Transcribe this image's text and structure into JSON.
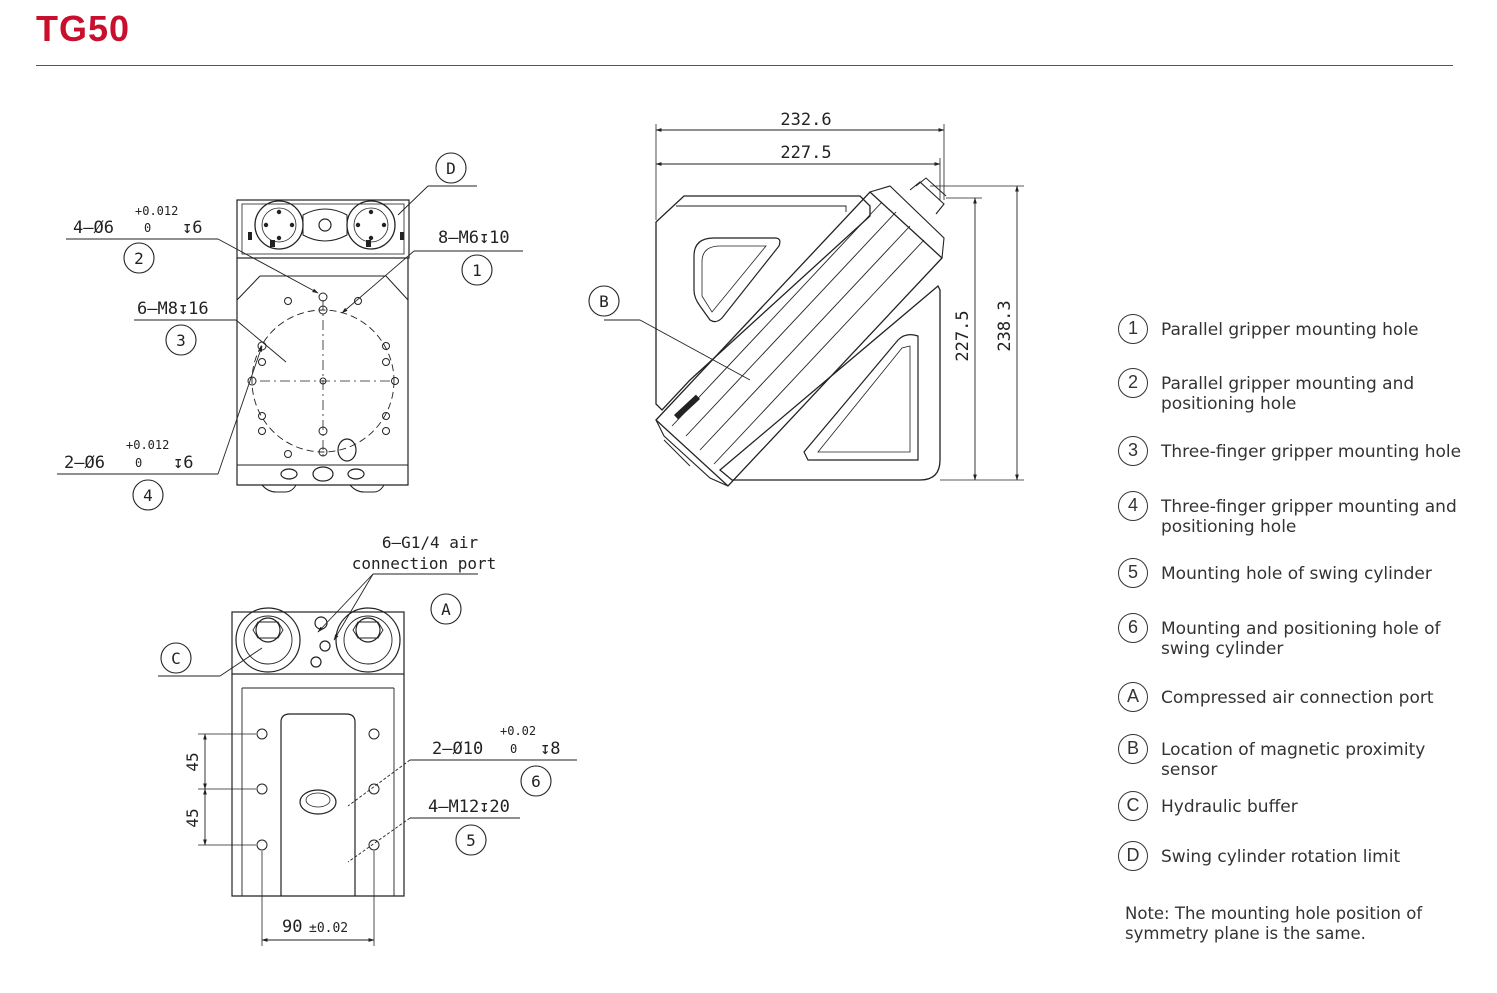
{
  "header": {
    "title": "TG50"
  },
  "dims": {
    "front": {
      "d2_main": "4–Ø6",
      "d2_upper": "+0.012",
      "d2_lower": "0",
      "d2_depth": "↧6",
      "d1": "8–M6↧10",
      "d3": "6–M8↧16",
      "d4_main": "2–Ø6",
      "d4_upper": "+0.012",
      "d4_lower": "0",
      "d4_depth": "↧6"
    },
    "side": {
      "w1": "232.6",
      "w2": "227.5",
      "h1": "227.5",
      "h2": "238.3"
    },
    "bottom": {
      "air_line1": "6–G1/4 air",
      "air_line2": "connection port",
      "d6_main": "2–Ø10",
      "d6_upper": "+0.02",
      "d6_lower": "0",
      "d6_depth": "↧8",
      "d5": "4–M12↧20",
      "v1": "45",
      "v2": "45",
      "w": "90",
      "w_tol": "±0.02"
    }
  },
  "callouts": {
    "c1": "1",
    "c2": "2",
    "c3": "3",
    "c4": "4",
    "c5": "5",
    "c6": "6",
    "cA": "A",
    "cB": "B",
    "cC": "C",
    "cD": "D"
  },
  "legend": [
    {
      "mark": "1",
      "text": "Parallel gripper mounting hole"
    },
    {
      "mark": "2",
      "text": "Parallel gripper mounting and\npositioning hole"
    },
    {
      "mark": "3",
      "text": "Three-finger gripper mounting hole"
    },
    {
      "mark": "4",
      "text": "Three-finger gripper mounting and\npositioning hole"
    },
    {
      "mark": "5",
      "text": "Mounting hole of swing cylinder"
    },
    {
      "mark": "6",
      "text": "Mounting and positioning hole of\nswing cylinder"
    },
    {
      "mark": "A",
      "text": "Compressed air connection port"
    },
    {
      "mark": "B",
      "text": "Location of magnetic proximity sensor"
    },
    {
      "mark": "C",
      "text": "Hydraulic buffer"
    },
    {
      "mark": "D",
      "text": "Swing cylinder rotation limit"
    }
  ],
  "note": "Note: The mounting hole position of\nsymmetry plane is the same."
}
